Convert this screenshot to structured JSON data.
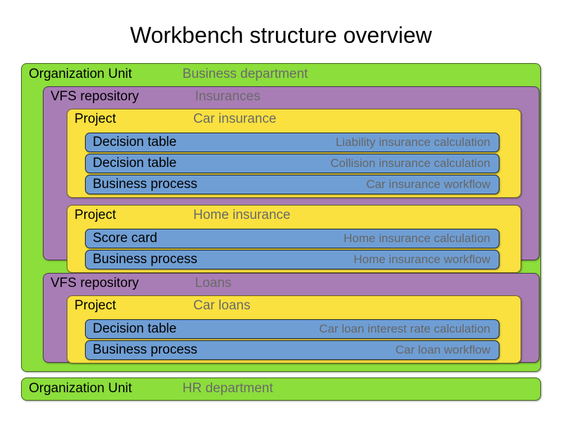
{
  "page": {
    "title": "Workbench structure overview",
    "colors": {
      "organization_unit": "#8CDE3B",
      "vfs_repository": "#A87DB5",
      "project": "#FAE13F",
      "asset": "#6F9ED4",
      "label_text": "#000000",
      "value_text": "#666666",
      "background": "#FFFFFF"
    }
  },
  "labels": {
    "organization_unit": "Organization Unit",
    "vfs_repository": "VFS repository",
    "project": "Project",
    "decision_table": "Decision table",
    "business_process": "Business process",
    "score_card": "Score card"
  },
  "tree": {
    "organization_units": [
      {
        "type_label": "Organization Unit",
        "name": "Business department",
        "repositories": [
          {
            "type_label": "VFS repository",
            "name": "Insurances",
            "projects": [
              {
                "type_label": "Project",
                "name": "Car insurance",
                "assets": [
                  {
                    "type_label": "Decision table",
                    "name": "Liability insurance calculation"
                  },
                  {
                    "type_label": "Decision table",
                    "name": "Collision insurance calculation"
                  },
                  {
                    "type_label": "Business process",
                    "name": "Car insurance workflow"
                  }
                ]
              },
              {
                "type_label": "Project",
                "name": "Home insurance",
                "assets": [
                  {
                    "type_label": "Score card",
                    "name": "Home insurance calculation"
                  },
                  {
                    "type_label": "Business process",
                    "name": "Home insurance workflow"
                  }
                ]
              }
            ]
          },
          {
            "type_label": "VFS repository",
            "name": "Loans",
            "projects": [
              {
                "type_label": "Project",
                "name": "Car loans",
                "assets": [
                  {
                    "type_label": "Decision table",
                    "name": "Car loan interest rate calculation"
                  },
                  {
                    "type_label": "Business process",
                    "name": "Car loan workflow"
                  }
                ]
              }
            ]
          }
        ]
      },
      {
        "type_label": "Organization Unit",
        "name": "HR department",
        "repositories": []
      }
    ]
  }
}
